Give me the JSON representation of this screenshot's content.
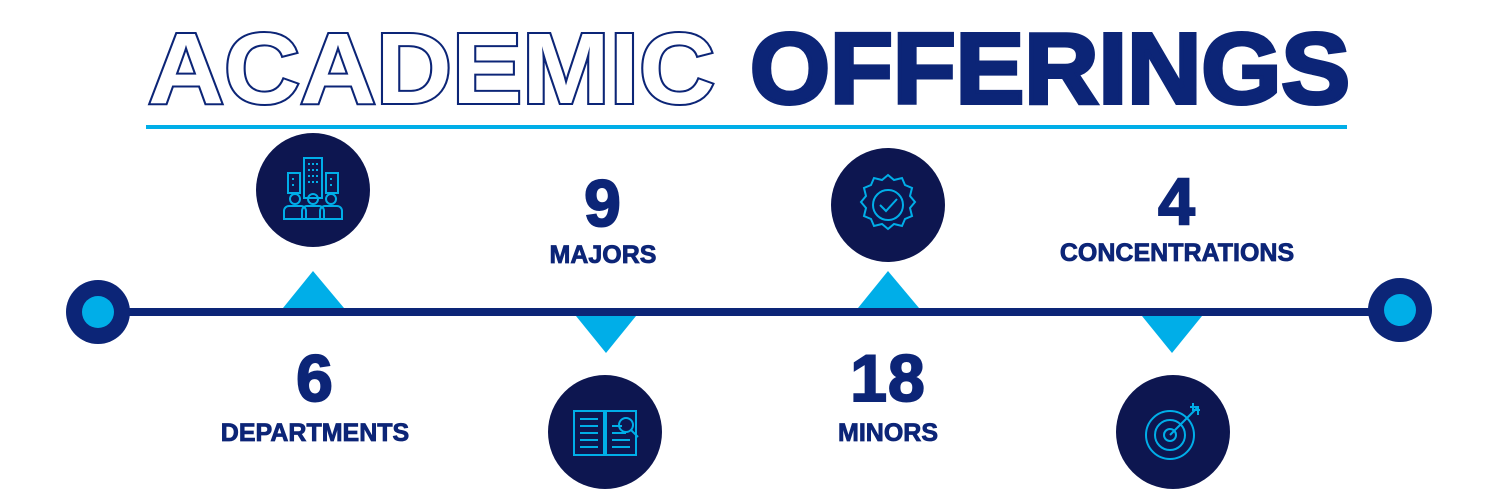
{
  "title": {
    "part1": "ACADEMIC",
    "part2": "OFFERINGS"
  },
  "colors": {
    "navy": "#0d1650",
    "text": "#0c2577",
    "accent": "#00aee8"
  },
  "items": [
    {
      "value": "6",
      "label": "DEPARTMENTS",
      "icon": "buildings-people-icon"
    },
    {
      "value": "9",
      "label": "MAJORS",
      "icon": "open-book-search-icon"
    },
    {
      "value": "18",
      "label": "MINORS",
      "icon": "badge-check-icon"
    },
    {
      "value": "4",
      "label": "CONCENTRATIONS",
      "icon": "target-arrow-icon"
    }
  ]
}
